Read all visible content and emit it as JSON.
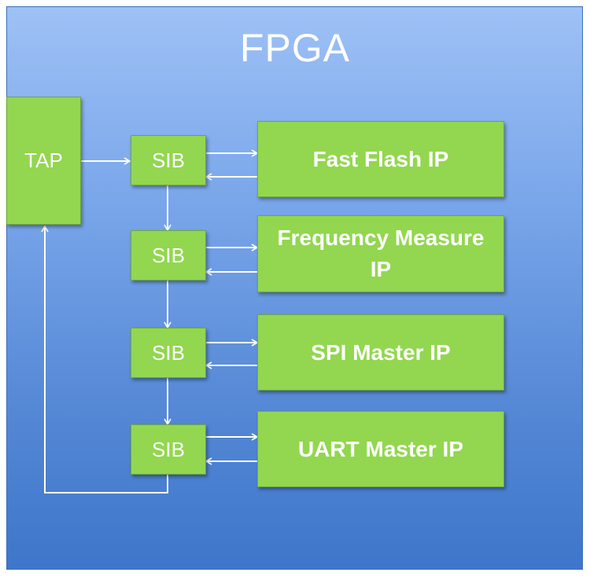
{
  "title": "FPGA",
  "tap": {
    "label": "TAP"
  },
  "sibs": [
    {
      "label": "SIB"
    },
    {
      "label": "SIB"
    },
    {
      "label": "SIB"
    },
    {
      "label": "SIB"
    }
  ],
  "ips": [
    {
      "label": "Fast Flash IP"
    },
    {
      "label": "Frequency Measure IP"
    },
    {
      "label": "SPI Master IP"
    },
    {
      "label": "UART Master IP"
    }
  ],
  "colors": {
    "block_fill": "#92d74f",
    "panel_top": "#9ec1f6",
    "panel_bottom": "#3e76cb",
    "text": "#ffffff",
    "connector": "#ffffff"
  }
}
